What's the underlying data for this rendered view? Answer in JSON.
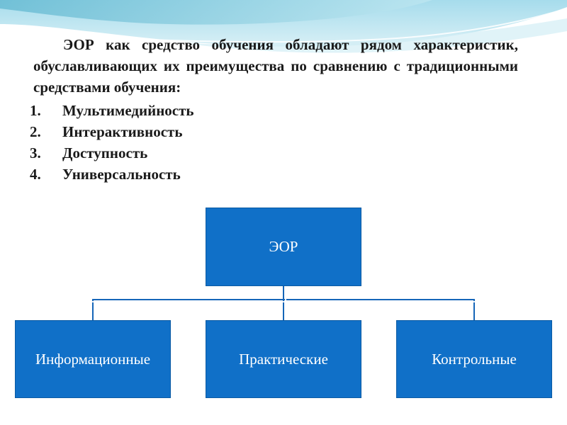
{
  "slide": {
    "intro": "ЭОР как средство обучения обладают рядом характеристик, обуславливающих их преимущества по сравнению с традиционными средствами обучения:",
    "features": [
      {
        "num": "1.",
        "label": "Мультимедийность"
      },
      {
        "num": "2.",
        "label": "Интерактивность"
      },
      {
        "num": "3.",
        "label": "Доступность"
      },
      {
        "num": "4.",
        "label": "Универсальность"
      }
    ]
  },
  "diagram": {
    "root": "ЭОР",
    "children": [
      "Информационные",
      "Практические",
      "Контрольные"
    ],
    "colors": {
      "box_fill": "#1070c8",
      "box_text": "#ffffff",
      "connector": "#1565b8"
    }
  }
}
